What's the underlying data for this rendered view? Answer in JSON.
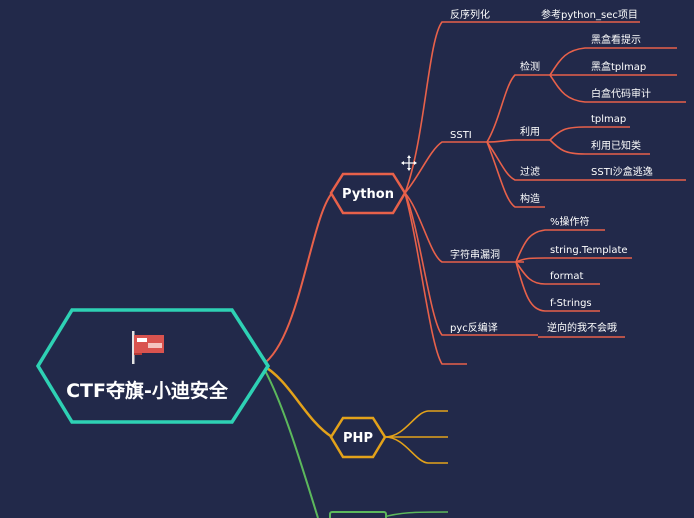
{
  "root": {
    "title": "CTF夺旗-小迪安全",
    "icon": "flag-icon"
  },
  "branches": [
    {
      "label": "Python",
      "color": "#e8614a",
      "children": [
        {
          "label": "反序列化",
          "children": [
            {
              "label": "参考python_sec项目"
            }
          ]
        },
        {
          "label": "SSTI",
          "children": [
            {
              "label": "检测",
              "children": [
                {
                  "label": "黑盒看提示"
                },
                {
                  "label": "黑盒tplmap"
                },
                {
                  "label": "白盒代码审计"
                }
              ]
            },
            {
              "label": "利用",
              "children": [
                {
                  "label": "tplmap"
                },
                {
                  "label": "利用已知类"
                }
              ]
            },
            {
              "label": "过滤",
              "children": [
                {
                  "label": "SSTI沙盒逃逸"
                }
              ]
            },
            {
              "label": "构造"
            }
          ]
        },
        {
          "label": "字符串漏洞",
          "children": [
            {
              "label": "%操作符"
            },
            {
              "label": "string.Template"
            },
            {
              "label": "format"
            },
            {
              "label": "f-Strings"
            }
          ]
        },
        {
          "label": "pyc反编译",
          "children": [
            {
              "label": "逆向的我不会哦"
            }
          ]
        },
        {
          "label": ""
        }
      ]
    },
    {
      "label": "PHP",
      "color": "#e3a21a"
    }
  ],
  "colors": {
    "background": "#22294a",
    "root_border": "#2ed1b4",
    "python": "#e8614a",
    "php": "#e3a21a",
    "green": "#5cb85c"
  }
}
